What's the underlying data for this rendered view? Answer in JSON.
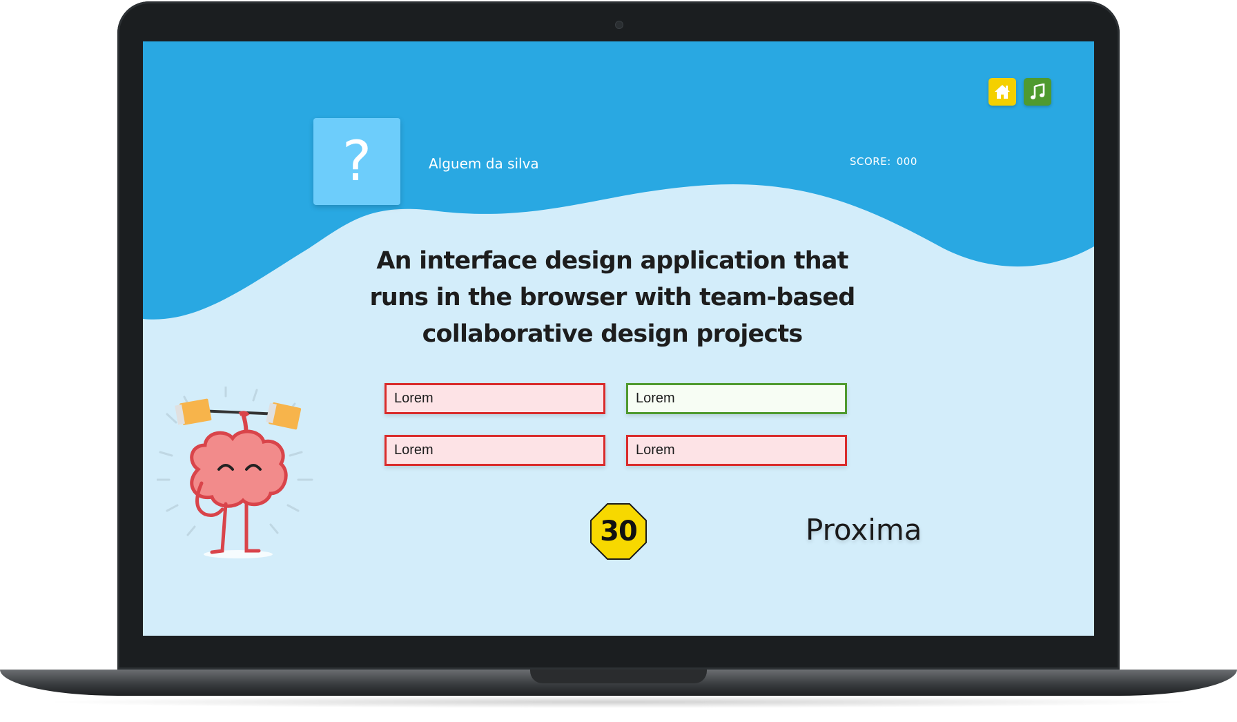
{
  "header": {
    "player_name": "Alguem da silva",
    "score_label": "SCORE:",
    "score_value": "000",
    "question_card_symbol": "?"
  },
  "toolbar": {
    "home_icon": "home-icon",
    "music_icon": "music-note-icon"
  },
  "question": {
    "text": "An interface design application that runs in the browser with team-based collaborative design projects"
  },
  "answers": [
    {
      "label": "Lorem",
      "state": "incorrect"
    },
    {
      "label": "Lorem",
      "state": "correct"
    },
    {
      "label": "Lorem",
      "state": "incorrect"
    },
    {
      "label": "Lorem",
      "state": "incorrect"
    }
  ],
  "timer": {
    "value": "30"
  },
  "next": {
    "label": "Proxima"
  },
  "colors": {
    "sky_blue": "#29a8e2",
    "light_blue": "#d3edfa",
    "card_blue": "#6dcdfb",
    "incorrect_border": "#d92b2b",
    "incorrect_fill": "#fde3e6",
    "correct_border": "#4f9a2f",
    "correct_fill": "#f7fdf4",
    "timer_yellow": "#f7d800",
    "home_yellow": "#f4d000",
    "music_green": "#4f9a2f"
  }
}
